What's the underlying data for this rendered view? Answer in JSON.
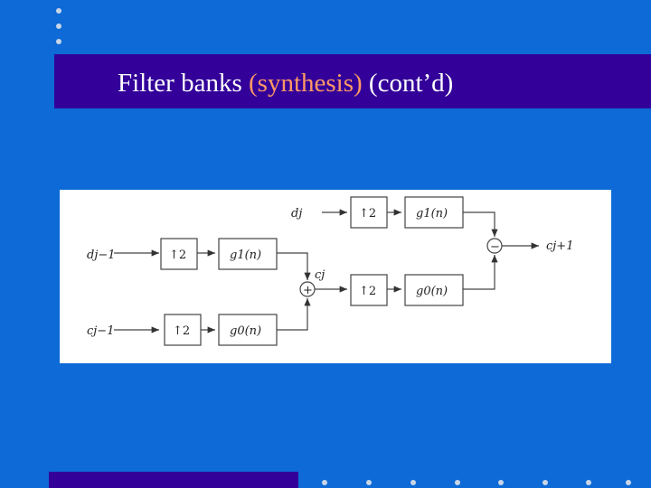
{
  "title": {
    "prefix": "Filter banks ",
    "highlight": "(synthesis)",
    "suffix": " (cont’d)"
  },
  "colors": {
    "background": "#0d6ad6",
    "title_bar": "#330099",
    "title_text": "#ffffff",
    "highlight": "#ff9966",
    "dots": "#c9d6e8"
  },
  "diagram": {
    "inputs": {
      "d_j_minus_1": "dj−1",
      "c_j_minus_1": "cj−1",
      "d_j": "dj",
      "c_j": "cj"
    },
    "output": "cj+1",
    "upsampler": "↑2",
    "filters": {
      "g1": "g1(n)",
      "g0": "g0(n)"
    },
    "adder_symbol": "+",
    "subtractor_symbol": "−"
  }
}
